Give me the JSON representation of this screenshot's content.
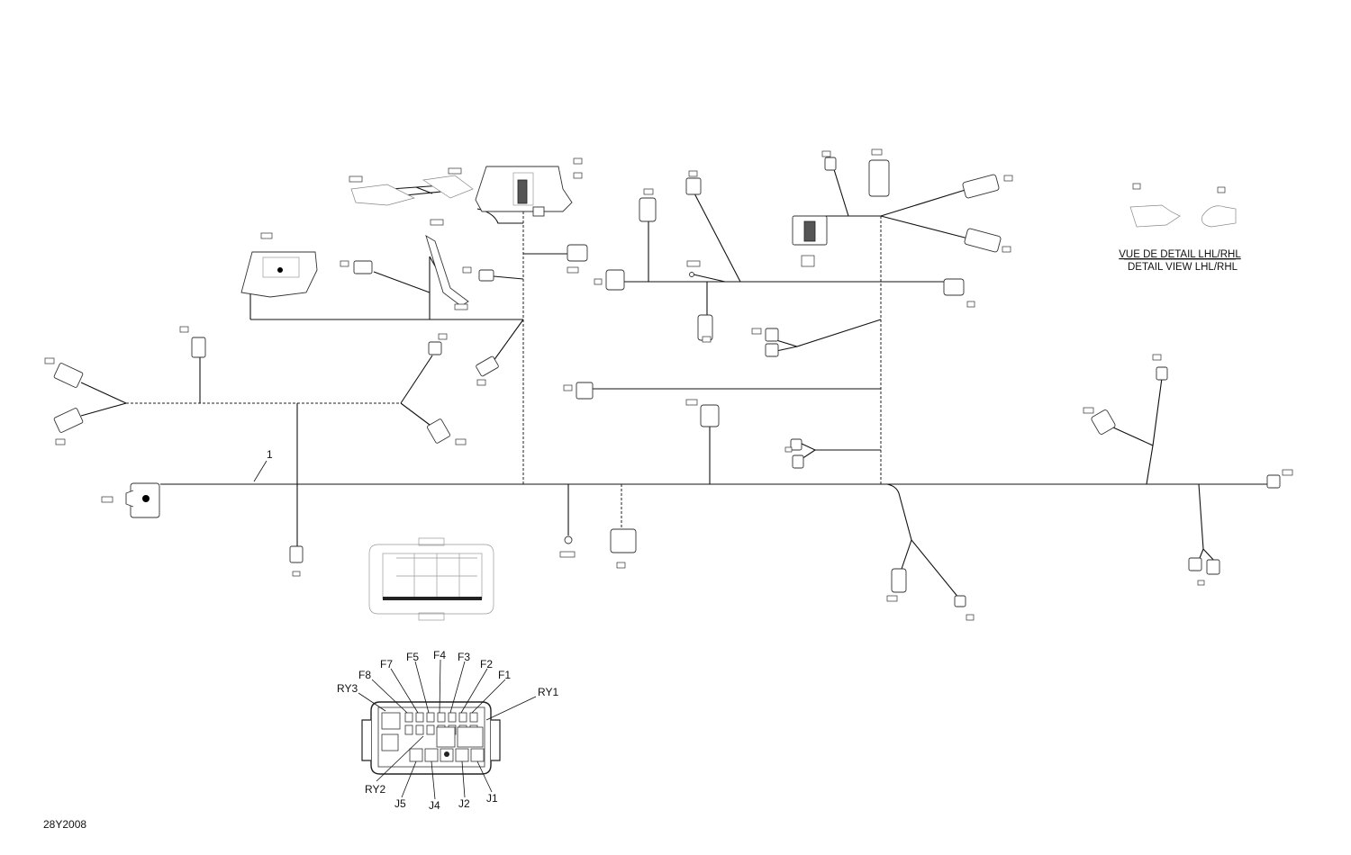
{
  "diagram": {
    "figure_id": "28Y2008",
    "harness_ref_label": "1",
    "detail_view": {
      "title_fr": "VUE DE DETAIL LHL/RHL",
      "title_en": "DETAIL VIEW LHL/RHL"
    },
    "fuse_box_callouts": {
      "top": [
        "RY3",
        "F8",
        "F7",
        "F5",
        "F4",
        "F3",
        "F2",
        "F1",
        "RY1"
      ],
      "bottom": [
        "RY2",
        "J5",
        "J4",
        "J2",
        "J1"
      ]
    }
  }
}
